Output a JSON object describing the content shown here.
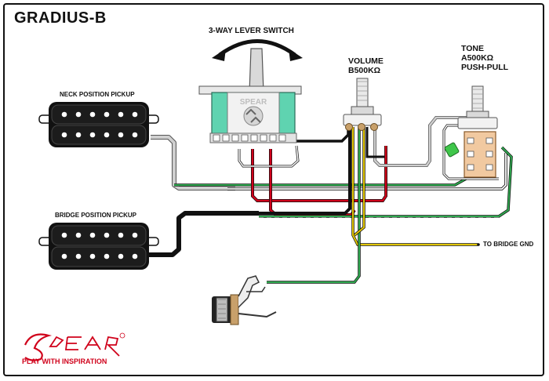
{
  "title": "GRADIUS-B",
  "labels": {
    "switch": "3-WAY LEVER SWITCH",
    "volume_line1": "VOLUME",
    "volume_line2": "B500KΩ",
    "tone_line1": "TONE",
    "tone_line2": "A500KΩ",
    "tone_line3": "PUSH-PULL",
    "neck_pickup": "NECK POSITION PICKUP",
    "bridge_pickup": "BRIDGE POSITION PICKUP",
    "bridge_gnd": "TO BRIDGE GND",
    "switch_brand": "SPEAR"
  },
  "brand": {
    "logo_text": "Spear",
    "tagline": "PLAY WITH INSPIRATION",
    "color": "#d0021b"
  },
  "colors": {
    "wire_black": "#111111",
    "wire_red": "#d0021b",
    "wire_green": "#2fa84f",
    "wire_yellow": "#e0c400",
    "wire_white": "#ffffff",
    "wire_gray": "#9a9a9a",
    "switch_teal": "#5fd3b0",
    "pickup_black": "#111111"
  }
}
